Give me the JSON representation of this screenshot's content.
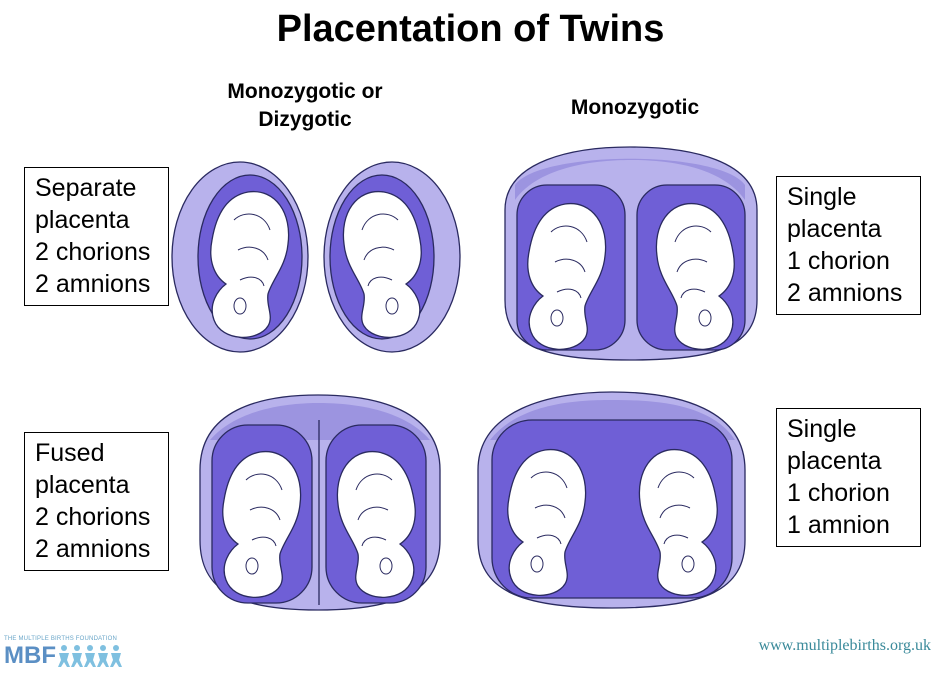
{
  "title": "Placentation of Twins",
  "headings": {
    "left": [
      "Monozygotic or",
      "Dizygotic"
    ],
    "right": "Monozygotic"
  },
  "boxes": {
    "top_left": [
      "Separate",
      "placenta",
      "2 chorions",
      "2 amnions"
    ],
    "top_right": [
      "Single",
      "placenta",
      "1 chorion",
      "2 amnions"
    ],
    "bottom_left": [
      "Fused",
      "placenta",
      "2 chorions",
      "2 amnions"
    ],
    "bottom_right": [
      "Single",
      "placenta",
      "1 chorion",
      "1 amnion"
    ]
  },
  "footer": {
    "logo_tagline": "THE MULTIPLE BIRTHS FOUNDATION",
    "logo_mark": "MBF",
    "url": "www.multiplebirths.org.uk"
  },
  "colors": {
    "placenta_light": "#9c94e0",
    "amnion_fill": "#6f5fd6",
    "chorion_band": "#b8b2ec",
    "fetus": "#ffffff",
    "outline": "#2a2a60"
  }
}
